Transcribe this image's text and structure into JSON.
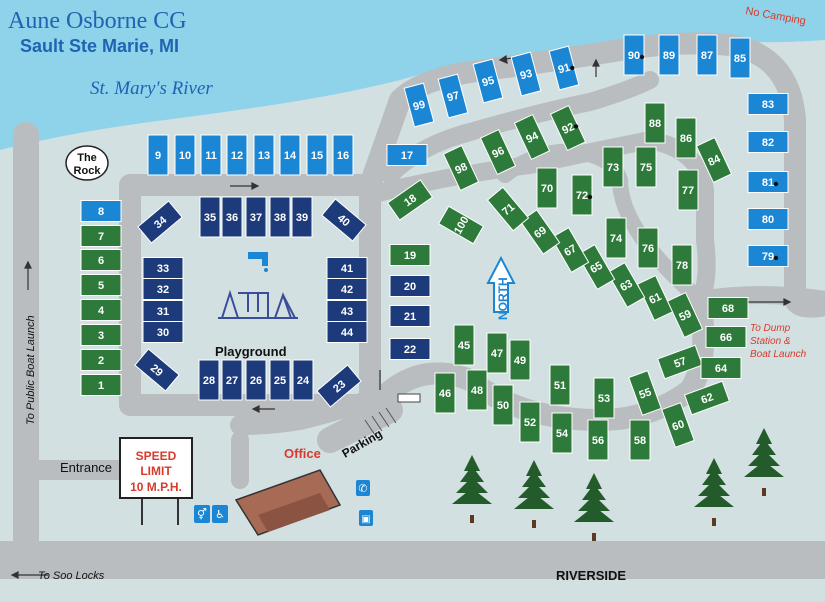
{
  "title": {
    "name": "Aune Osborne CG",
    "location": "Sault Ste Marie, MI",
    "river": "St. Mary's River",
    "color": "#1f63b3"
  },
  "labels": {
    "no_camping": "No Camping",
    "the_rock_line1": "The",
    "the_rock_line2": "Rock",
    "playground": "Playground",
    "north": "NORTH",
    "office": "Office",
    "parking": "Parking",
    "entrance": "Entrance",
    "speed_line1": "SPEED",
    "speed_line2": "LIMIT",
    "speed_line3": "10 M.P.H.",
    "dump_line1": "To Dump",
    "dump_line2": "Station &",
    "dump_line3": "Boat Launch",
    "public_boat": "To Public Boat Launch",
    "soo_locks": "To Soo Locks",
    "riverside": "RIVERSIDE"
  },
  "colors": {
    "water": "#8fd3ea",
    "land": "#d3e0e2",
    "road": "#b9bdbf",
    "site_blue": "#1b86d4",
    "site_navy": "#1d3a7a",
    "site_green": "#2d7a3a",
    "office_red": "#d83a2c",
    "tree": "#235c2a"
  },
  "sites": [
    {
      "n": "1",
      "c": "green"
    },
    {
      "n": "2",
      "c": "green"
    },
    {
      "n": "3",
      "c": "green"
    },
    {
      "n": "4",
      "c": "green"
    },
    {
      "n": "5",
      "c": "green"
    },
    {
      "n": "6",
      "c": "green"
    },
    {
      "n": "7",
      "c": "green"
    },
    {
      "n": "8",
      "c": "blue"
    },
    {
      "n": "9",
      "c": "blue"
    },
    {
      "n": "10",
      "c": "blue"
    },
    {
      "n": "11",
      "c": "blue"
    },
    {
      "n": "12",
      "c": "blue"
    },
    {
      "n": "13",
      "c": "blue"
    },
    {
      "n": "14",
      "c": "blue"
    },
    {
      "n": "15",
      "c": "blue"
    },
    {
      "n": "16",
      "c": "blue"
    },
    {
      "n": "17",
      "c": "blue"
    },
    {
      "n": "18",
      "c": "green"
    },
    {
      "n": "19",
      "c": "green"
    },
    {
      "n": "20",
      "c": "navy"
    },
    {
      "n": "21",
      "c": "navy"
    },
    {
      "n": "22",
      "c": "navy"
    },
    {
      "n": "23",
      "c": "navy"
    },
    {
      "n": "24",
      "c": "navy"
    },
    {
      "n": "25",
      "c": "navy"
    },
    {
      "n": "26",
      "c": "navy"
    },
    {
      "n": "27",
      "c": "navy"
    },
    {
      "n": "28",
      "c": "navy"
    },
    {
      "n": "29",
      "c": "navy"
    },
    {
      "n": "30",
      "c": "navy"
    },
    {
      "n": "31",
      "c": "navy"
    },
    {
      "n": "32",
      "c": "navy"
    },
    {
      "n": "33",
      "c": "navy"
    },
    {
      "n": "34",
      "c": "navy"
    },
    {
      "n": "35",
      "c": "navy"
    },
    {
      "n": "36",
      "c": "navy"
    },
    {
      "n": "37",
      "c": "navy"
    },
    {
      "n": "38",
      "c": "navy"
    },
    {
      "n": "39",
      "c": "navy"
    },
    {
      "n": "40",
      "c": "navy"
    },
    {
      "n": "41",
      "c": "navy"
    },
    {
      "n": "42",
      "c": "navy"
    },
    {
      "n": "43",
      "c": "navy"
    },
    {
      "n": "44",
      "c": "navy"
    },
    {
      "n": "45",
      "c": "green"
    },
    {
      "n": "46",
      "c": "green"
    },
    {
      "n": "47",
      "c": "green"
    },
    {
      "n": "48",
      "c": "green"
    },
    {
      "n": "49",
      "c": "green"
    },
    {
      "n": "50",
      "c": "green"
    },
    {
      "n": "51",
      "c": "green"
    },
    {
      "n": "52",
      "c": "green"
    },
    {
      "n": "53",
      "c": "green"
    },
    {
      "n": "54",
      "c": "green"
    },
    {
      "n": "55",
      "c": "green"
    },
    {
      "n": "56",
      "c": "green"
    },
    {
      "n": "57",
      "c": "green"
    },
    {
      "n": "58",
      "c": "green"
    },
    {
      "n": "59",
      "c": "green"
    },
    {
      "n": "60",
      "c": "green"
    },
    {
      "n": "61",
      "c": "green"
    },
    {
      "n": "62",
      "c": "green"
    },
    {
      "n": "63",
      "c": "green"
    },
    {
      "n": "64",
      "c": "green"
    },
    {
      "n": "65",
      "c": "green"
    },
    {
      "n": "66",
      "c": "green"
    },
    {
      "n": "67",
      "c": "green"
    },
    {
      "n": "68",
      "c": "green"
    },
    {
      "n": "69",
      "c": "green"
    },
    {
      "n": "70",
      "c": "green"
    },
    {
      "n": "71",
      "c": "green"
    },
    {
      "n": "72",
      "c": "green"
    },
    {
      "n": "73",
      "c": "green"
    },
    {
      "n": "74",
      "c": "green"
    },
    {
      "n": "75",
      "c": "green"
    },
    {
      "n": "76",
      "c": "green"
    },
    {
      "n": "77",
      "c": "green"
    },
    {
      "n": "78",
      "c": "green"
    },
    {
      "n": "79",
      "c": "blue"
    },
    {
      "n": "80",
      "c": "blue"
    },
    {
      "n": "81",
      "c": "blue"
    },
    {
      "n": "82",
      "c": "blue"
    },
    {
      "n": "83",
      "c": "blue"
    },
    {
      "n": "84",
      "c": "green"
    },
    {
      "n": "85",
      "c": "blue"
    },
    {
      "n": "86",
      "c": "green"
    },
    {
      "n": "87",
      "c": "blue"
    },
    {
      "n": "88",
      "c": "green"
    },
    {
      "n": "89",
      "c": "blue"
    },
    {
      "n": "90",
      "c": "blue"
    },
    {
      "n": "91",
      "c": "blue"
    },
    {
      "n": "92",
      "c": "green"
    },
    {
      "n": "93",
      "c": "blue"
    },
    {
      "n": "94",
      "c": "green"
    },
    {
      "n": "95",
      "c": "blue"
    },
    {
      "n": "96",
      "c": "green"
    },
    {
      "n": "97",
      "c": "blue"
    },
    {
      "n": "98",
      "c": "green"
    },
    {
      "n": "99",
      "c": "blue"
    },
    {
      "n": "100",
      "c": "green"
    }
  ]
}
